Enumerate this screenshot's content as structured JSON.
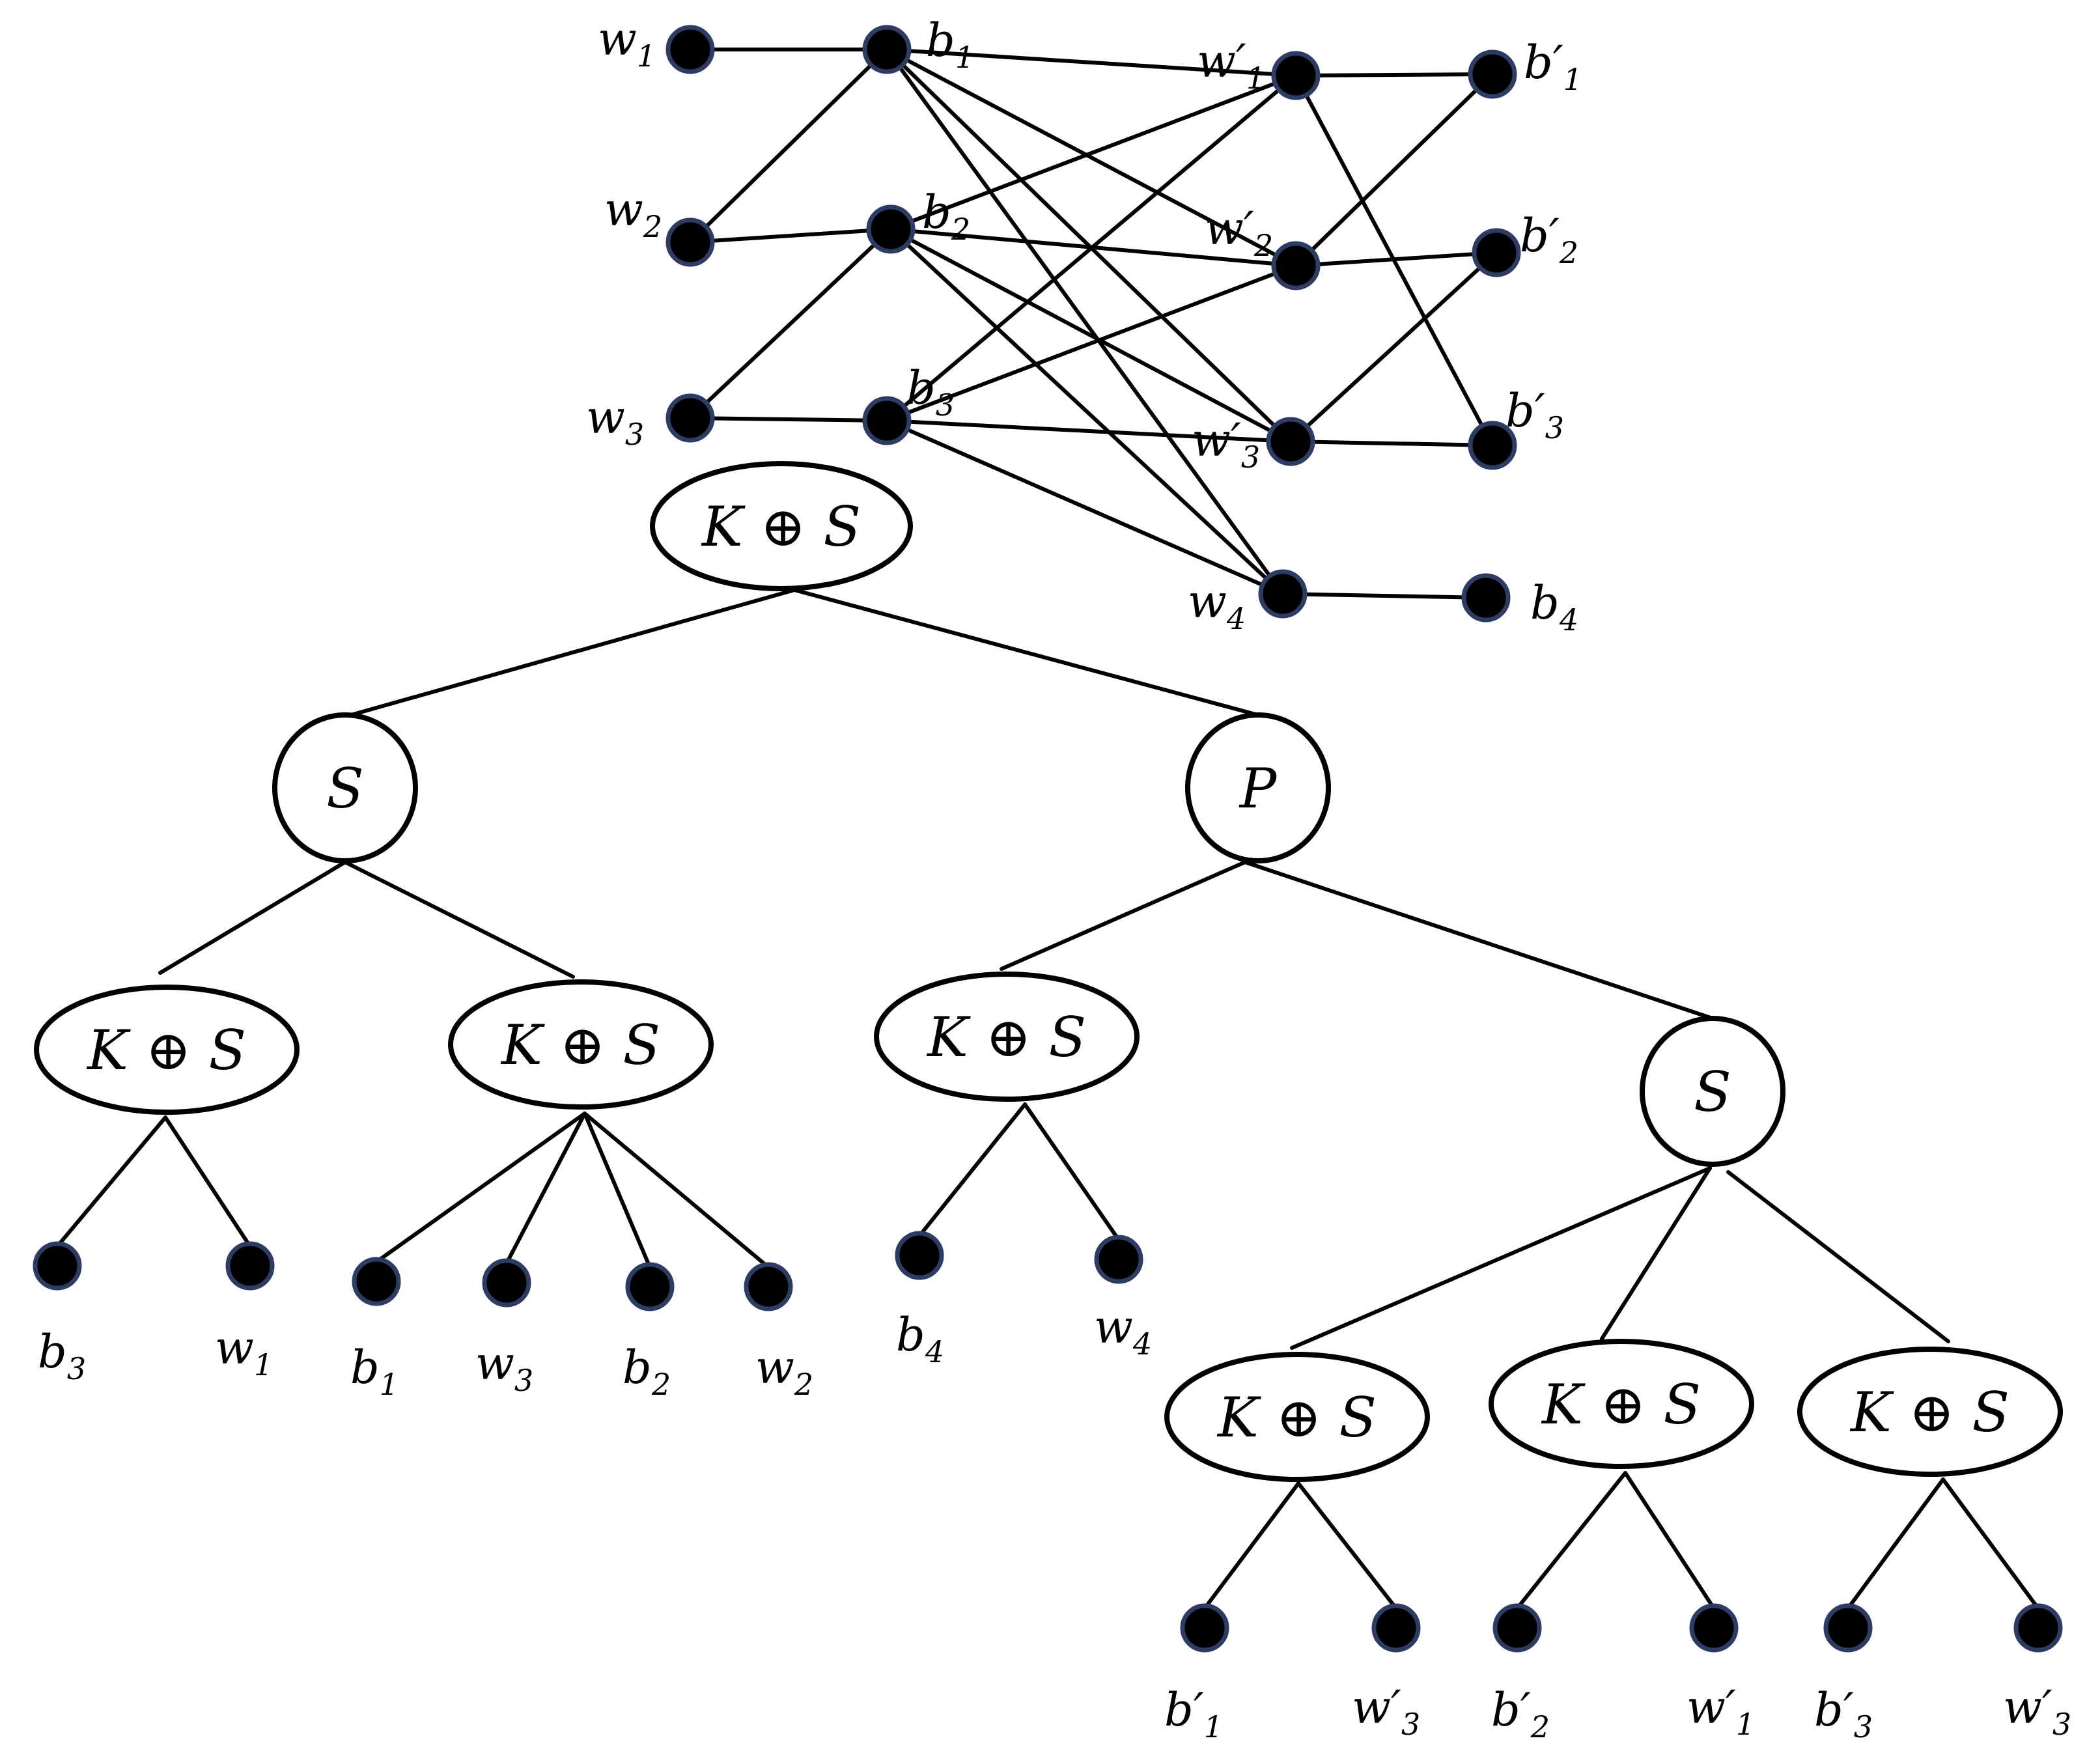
{
  "graph": {
    "vertices": [
      {
        "id": "w1",
        "base": "w",
        "prime": false,
        "sub": "1"
      },
      {
        "id": "w2",
        "base": "w",
        "prime": false,
        "sub": "2"
      },
      {
        "id": "w3",
        "base": "w",
        "prime": false,
        "sub": "3"
      },
      {
        "id": "b1",
        "base": "b",
        "prime": false,
        "sub": "1"
      },
      {
        "id": "b2",
        "base": "b",
        "prime": false,
        "sub": "2"
      },
      {
        "id": "b3",
        "base": "b",
        "prime": false,
        "sub": "3"
      },
      {
        "id": "w1p",
        "base": "w",
        "prime": true,
        "sub": "1"
      },
      {
        "id": "w2p",
        "base": "w",
        "prime": true,
        "sub": "2"
      },
      {
        "id": "w3p",
        "base": "w",
        "prime": true,
        "sub": "3"
      },
      {
        "id": "w4",
        "base": "w",
        "prime": false,
        "sub": "4"
      },
      {
        "id": "b1p",
        "base": "b",
        "prime": true,
        "sub": "1"
      },
      {
        "id": "b2p",
        "base": "b",
        "prime": true,
        "sub": "2"
      },
      {
        "id": "b3p",
        "base": "b",
        "prime": true,
        "sub": "3"
      },
      {
        "id": "b4",
        "base": "b",
        "prime": false,
        "sub": "4"
      }
    ],
    "edges": [
      [
        "w1",
        "b1"
      ],
      [
        "w2",
        "b1"
      ],
      [
        "w2",
        "b2"
      ],
      [
        "w3",
        "b2"
      ],
      [
        "w3",
        "b3"
      ],
      [
        "b1",
        "w1p"
      ],
      [
        "b1",
        "w2p"
      ],
      [
        "b1",
        "w3p"
      ],
      [
        "b1",
        "w4"
      ],
      [
        "b2",
        "w1p"
      ],
      [
        "b2",
        "w2p"
      ],
      [
        "b2",
        "w3p"
      ],
      [
        "b2",
        "w4"
      ],
      [
        "b3",
        "w1p"
      ],
      [
        "b3",
        "w2p"
      ],
      [
        "b3",
        "w3p"
      ],
      [
        "b3",
        "w4"
      ],
      [
        "w1p",
        "b1p"
      ],
      [
        "w1p",
        "b3p"
      ],
      [
        "w2p",
        "b1p"
      ],
      [
        "w2p",
        "b2p"
      ],
      [
        "w3p",
        "b2p"
      ],
      [
        "w3p",
        "b3p"
      ],
      [
        "w4",
        "b4"
      ]
    ]
  },
  "tree": {
    "nodes": [
      {
        "id": "root",
        "shape": "ellipse",
        "label": "K ⊕ S"
      },
      {
        "id": "s1",
        "shape": "circle",
        "label": "S"
      },
      {
        "id": "p1",
        "shape": "circle",
        "label": "P"
      },
      {
        "id": "ks1",
        "shape": "ellipse",
        "label": "K ⊕ S"
      },
      {
        "id": "ks2",
        "shape": "ellipse",
        "label": "K ⊕ S"
      },
      {
        "id": "ks3",
        "shape": "ellipse",
        "label": "K ⊕ S"
      },
      {
        "id": "s2",
        "shape": "circle",
        "label": "S"
      },
      {
        "id": "ks4",
        "shape": "ellipse",
        "label": "K ⊕ S"
      },
      {
        "id": "ks5",
        "shape": "ellipse",
        "label": "K ⊕ S"
      },
      {
        "id": "ks6",
        "shape": "ellipse",
        "label": "K ⊕ S"
      }
    ],
    "leaves": [
      {
        "id": "L1",
        "parent": "ks1",
        "base": "b",
        "prime": false,
        "sub": "3"
      },
      {
        "id": "L2",
        "parent": "ks1",
        "base": "w",
        "prime": false,
        "sub": "1"
      },
      {
        "id": "L3",
        "parent": "ks2",
        "base": "b",
        "prime": false,
        "sub": "1"
      },
      {
        "id": "L4",
        "parent": "ks2",
        "base": "w",
        "prime": false,
        "sub": "3"
      },
      {
        "id": "L5",
        "parent": "ks2",
        "base": "b",
        "prime": false,
        "sub": "2"
      },
      {
        "id": "L6",
        "parent": "ks2",
        "base": "w",
        "prime": false,
        "sub": "2"
      },
      {
        "id": "L7",
        "parent": "ks3",
        "base": "b",
        "prime": false,
        "sub": "4"
      },
      {
        "id": "L8",
        "parent": "ks3",
        "base": "w",
        "prime": false,
        "sub": "4"
      },
      {
        "id": "L9",
        "parent": "ks4",
        "base": "b",
        "prime": true,
        "sub": "1"
      },
      {
        "id": "L10",
        "parent": "ks4",
        "base": "w",
        "prime": true,
        "sub": "3"
      },
      {
        "id": "L11",
        "parent": "ks5",
        "base": "b",
        "prime": true,
        "sub": "2"
      },
      {
        "id": "L12",
        "parent": "ks5",
        "base": "w",
        "prime": true,
        "sub": "1"
      },
      {
        "id": "L13",
        "parent": "ks6",
        "base": "b",
        "prime": true,
        "sub": "3"
      },
      {
        "id": "L14",
        "parent": "ks6",
        "base": "w",
        "prime": true,
        "sub": "3"
      }
    ],
    "edges": [
      [
        "root",
        "s1"
      ],
      [
        "root",
        "p1"
      ],
      [
        "s1",
        "ks1"
      ],
      [
        "s1",
        "ks2"
      ],
      [
        "p1",
        "ks3"
      ],
      [
        "p1",
        "s2"
      ],
      [
        "s2",
        "ks4"
      ],
      [
        "s2",
        "ks5"
      ],
      [
        "s2",
        "ks6"
      ]
    ]
  }
}
